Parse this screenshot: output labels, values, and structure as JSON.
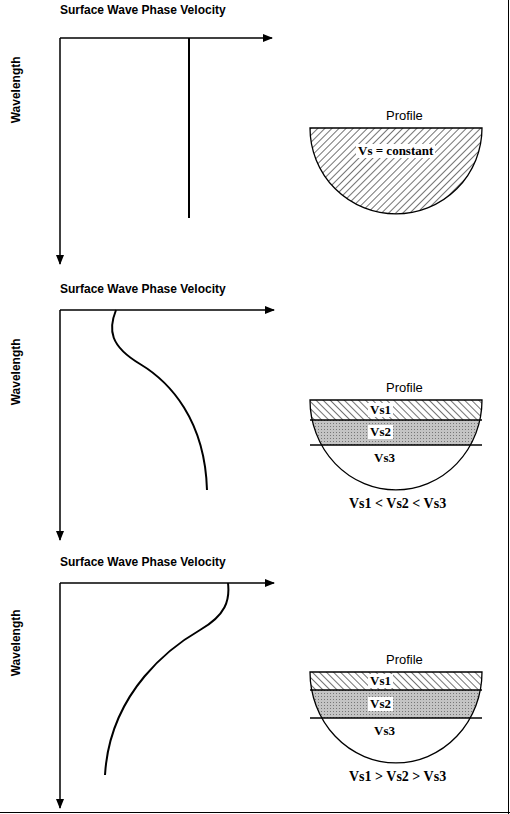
{
  "diagram": {
    "nodes": [
      {
        "text": [
          "Profile",
          "Vs = constant"
        ]
      },
      {
        "text": [
          "Profile"
        ]
      },
      {
        "text": [
          "Vs1"
        ],
        "in": 1
      },
      {
        "text": [
          "Vs2"
        ],
        "in": 1
      },
      {
        "text": [
          "Vs3"
        ],
        "in": 1
      },
      {
        "text": [
          "Profile"
        ]
      },
      {
        "text": [
          "Vs1"
        ],
        "in": 5
      },
      {
        "text": [
          "Vs2"
        ],
        "in": 5
      },
      {
        "text": [
          "Vs3"
        ],
        "in": 5
      }
    ],
    "labels": [
      "Surface Wave Phase Velocity",
      "Wavelength",
      "Surface Wave Phase Velocity",
      "Wavelength",
      "Vs1 < Vs2 < Vs3",
      "Surface Wave Phase Velocity",
      "Wavelength",
      "Vs1 > Vs2 > Vs3"
    ]
  }
}
